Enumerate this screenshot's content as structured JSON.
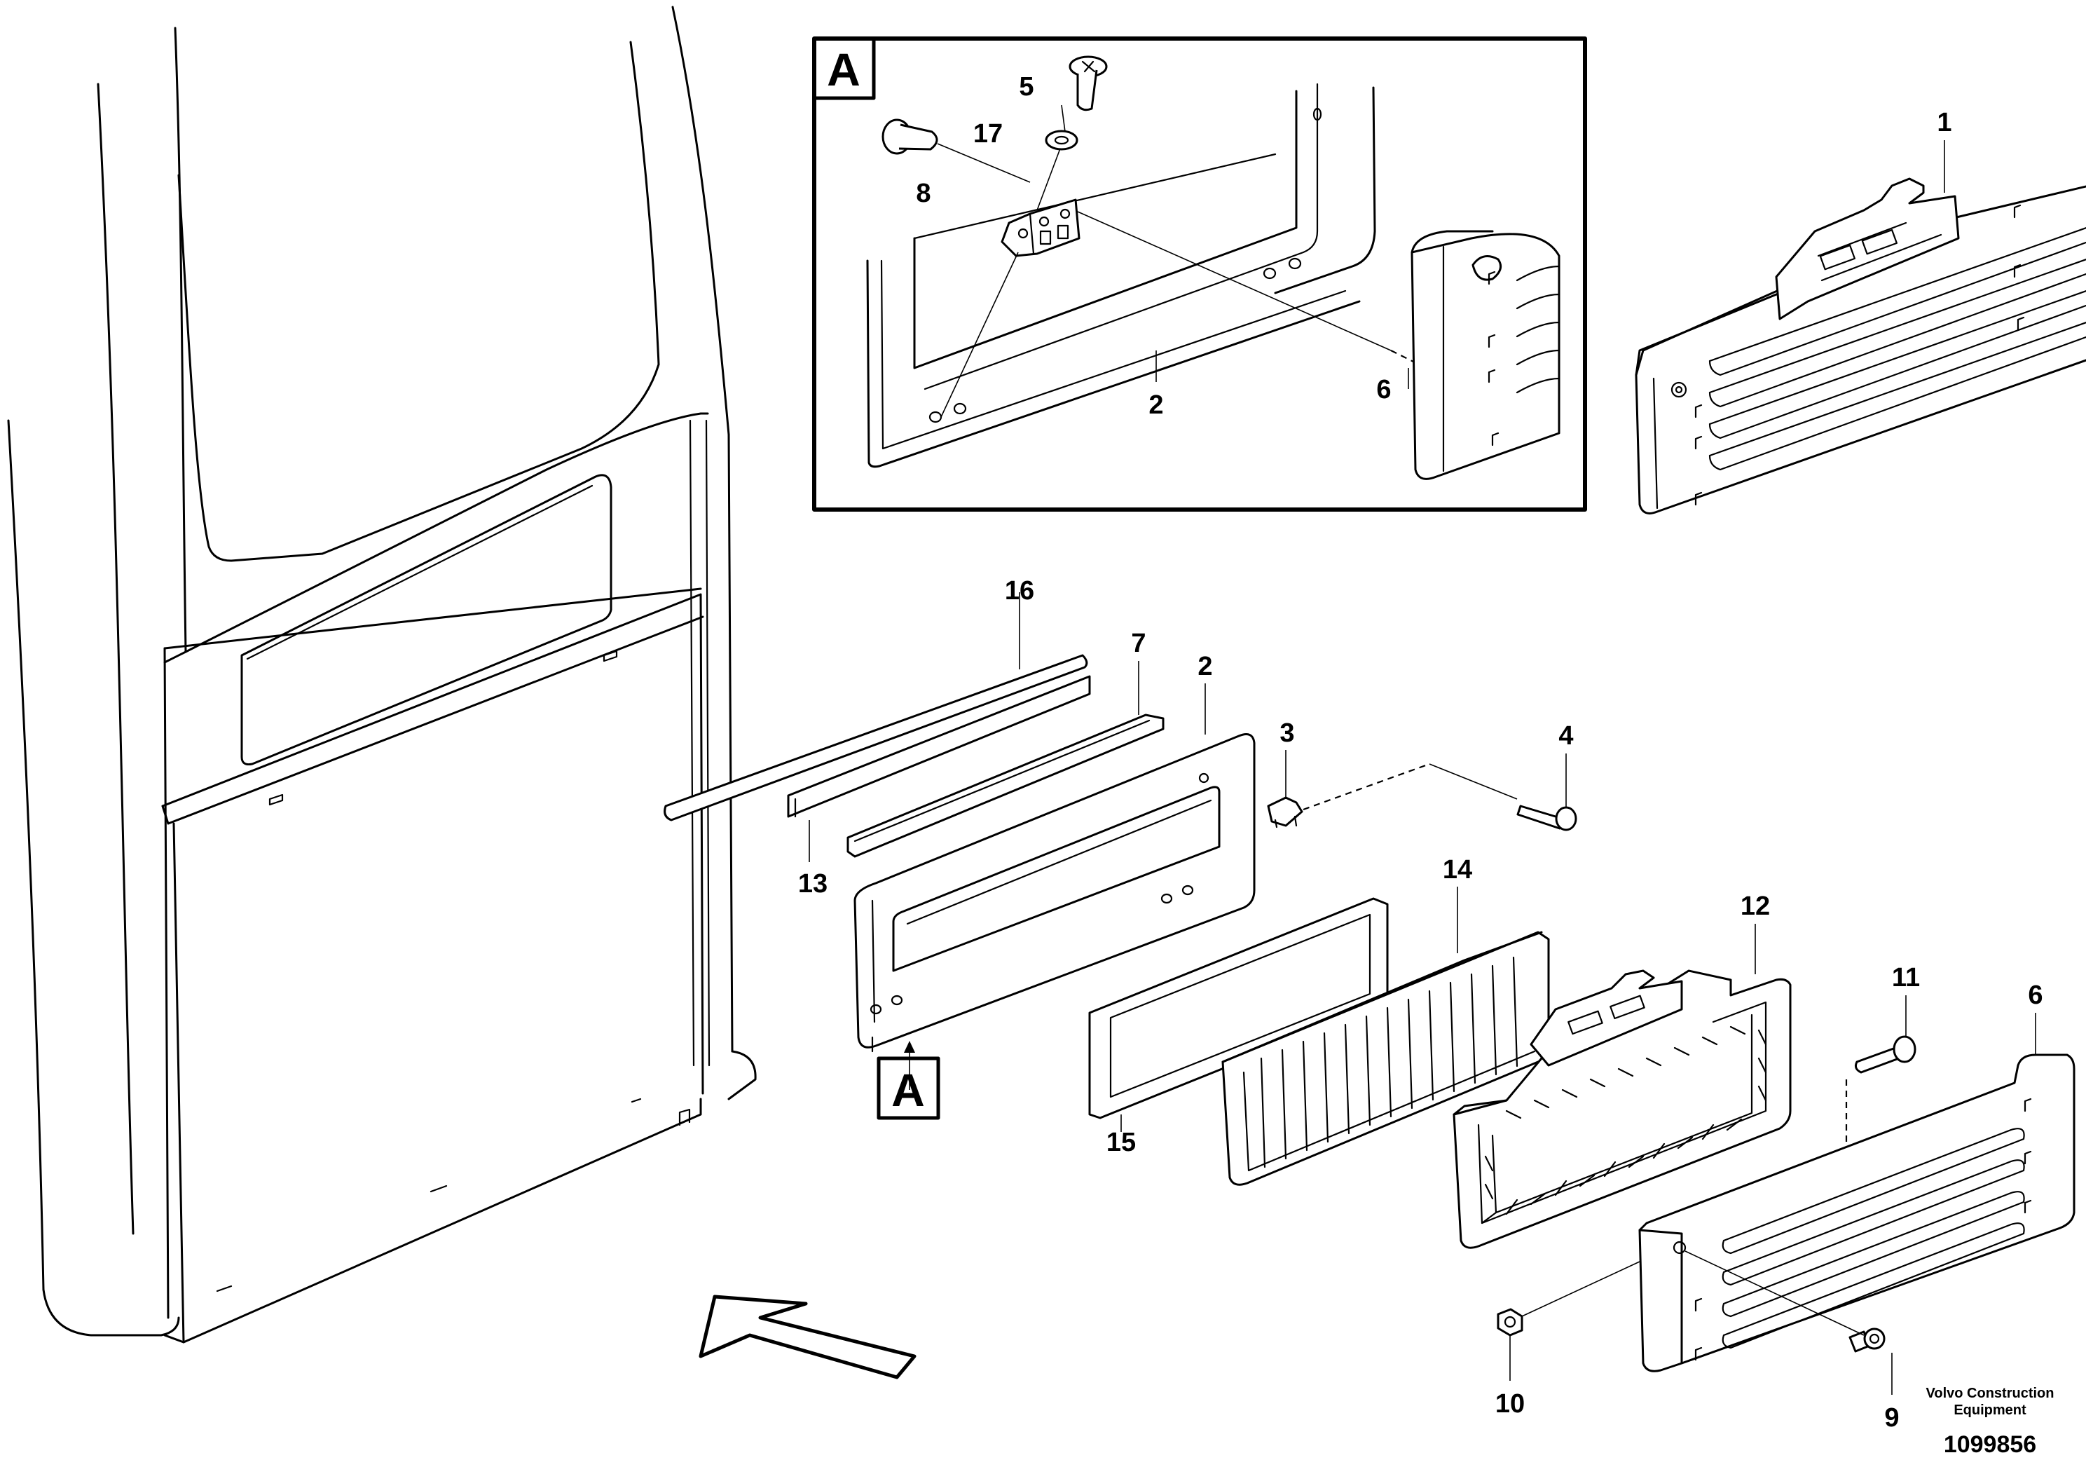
{
  "view_label": "A",
  "callouts": {
    "c1": "1",
    "c2": "2",
    "c3": "3",
    "c4": "4",
    "c5": "5",
    "c6": "6",
    "c7": "7",
    "c8": "8",
    "c9": "9",
    "c10": "10",
    "c11": "11",
    "c12": "12",
    "c13": "13",
    "c14": "14",
    "c15": "15",
    "c16": "16",
    "c17": "17"
  },
  "footer": {
    "brand_line1": "Volvo Construction",
    "brand_line2": "Equipment",
    "doc_number": "1099856"
  }
}
